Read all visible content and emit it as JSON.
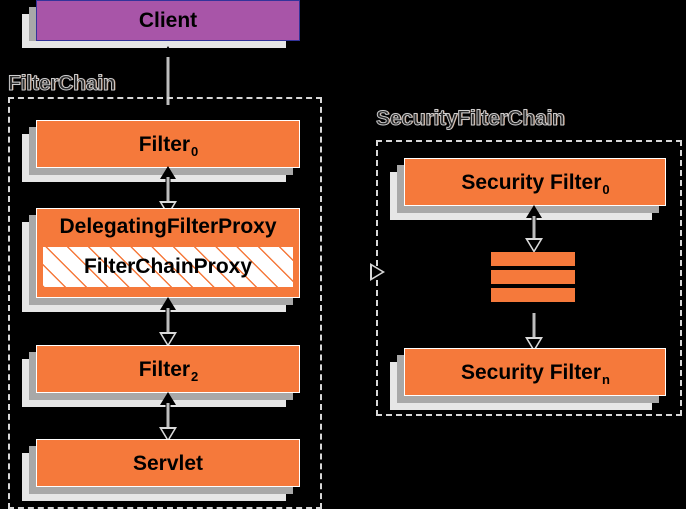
{
  "diagram": {
    "title": "Spring Security FilterChain / SecurityFilterChain",
    "background_color": "#000000",
    "colors": {
      "filter_fill": "#f5793b",
      "client_fill": "#a855a8",
      "client_border": "#33339a",
      "node_border": "#ffffff",
      "shadow_dark": "#a8a8a8",
      "shadow_light": "#e6e6e6",
      "chain_border": "#d8d8d8",
      "hatch_stripe": "#f5793b",
      "hatch_background": "#ffffff",
      "text": "#000000"
    }
  },
  "filter_chain": {
    "label": "FilterChain",
    "nodes": [
      {
        "name": "filter-0",
        "text": "Filter",
        "subscript": "0"
      },
      {
        "name": "delegating-filter-proxy",
        "text": "DelegatingFilterProxy",
        "subscript": ""
      },
      {
        "name": "filter-chain-proxy",
        "text": "FilterChainProxy",
        "subscript": ""
      },
      {
        "name": "filter-2",
        "text": "Filter",
        "subscript": "2"
      },
      {
        "name": "servlet",
        "text": "Servlet",
        "subscript": ""
      }
    ]
  },
  "security_filter_chain": {
    "label": "SecurityFilterChain",
    "nodes": [
      {
        "name": "security-filter-0",
        "text": "Security Filter",
        "subscript": "0"
      },
      {
        "name": "security-filter-n",
        "text": "Security Filter",
        "subscript": "n"
      }
    ],
    "ellipsis_bar_count": 3
  },
  "client": {
    "label": "Client"
  },
  "connectors": {
    "client_to_filter0": "bidirectional",
    "filter0_to_delegating": "bidirectional",
    "delegating_to_filter2": "bidirectional",
    "filter2_to_servlet": "bidirectional",
    "securityfilter0_to_bars": "bidirectional",
    "bars_to_securityfiltern": "bidirectional",
    "filterchainproxy_to_securityfilterchain": "directional"
  }
}
